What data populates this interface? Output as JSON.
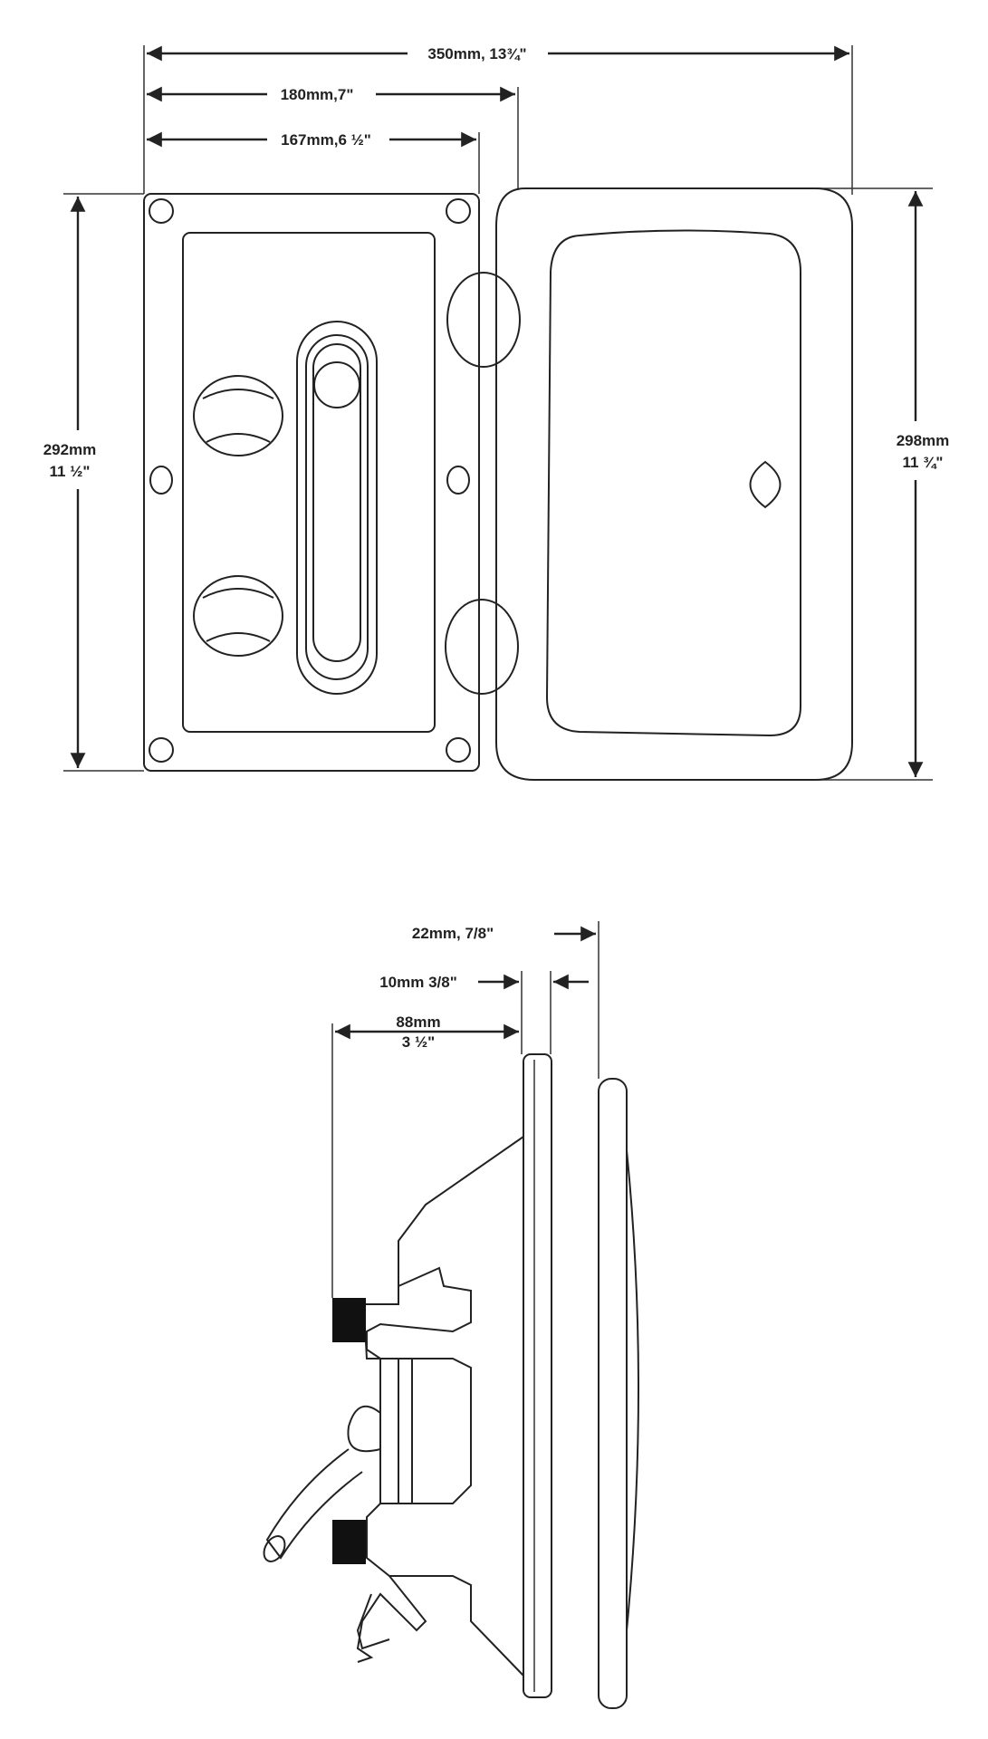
{
  "title": "Flush mount box dimension drawing",
  "front_view": {
    "overall_width": "350mm, 13¾\"",
    "flange_width": "180mm,7\"",
    "plate_width": "167mm,6 ½\"",
    "plate_height_mm": "292mm",
    "plate_height_in": "11 ½\"",
    "door_height_mm": "298mm",
    "door_height_in": "11 ¾\""
  },
  "side_view": {
    "door_depth": "22mm, 7/8\"",
    "flange_depth": "10mm 3/8\"",
    "body_depth_mm": "88mm",
    "body_depth_in": "3 ½\""
  },
  "colors": {
    "line": "#222222",
    "fill": "#111111",
    "background": "#ffffff"
  }
}
